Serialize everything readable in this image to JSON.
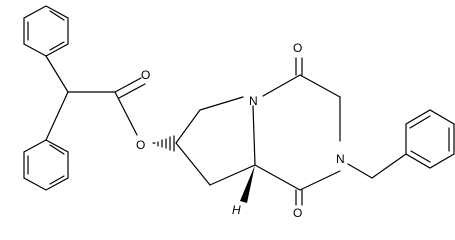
{
  "molecule": {
    "atom_labels": {
      "ester_carbonyl_o": "O",
      "ester_o": "O",
      "ring_n1": "N",
      "ring_n2": "N",
      "upper_carbonyl_o": "O",
      "lower_carbonyl_o": "O",
      "stereo_h": "H"
    }
  }
}
